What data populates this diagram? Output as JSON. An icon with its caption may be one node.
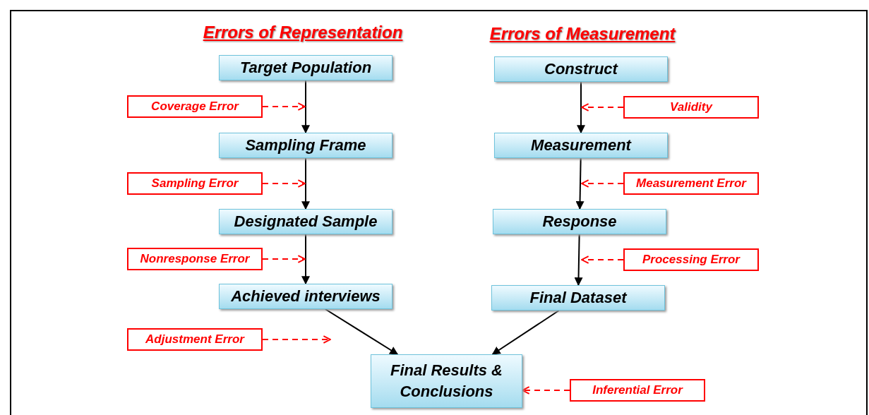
{
  "diagram": {
    "nodes": [
      {
        "text": [
          "Target Population"
        ]
      },
      {
        "text": [
          "Sampling Frame"
        ]
      },
      {
        "text": [
          "Designated Sample"
        ]
      },
      {
        "text": [
          "Achieved interviews"
        ]
      },
      {
        "text": [
          "Final Results & Conclusions"
        ]
      },
      {
        "text": [
          "Construct"
        ]
      },
      {
        "text": [
          "Measurement"
        ]
      },
      {
        "text": [
          "Response"
        ]
      },
      {
        "text": [
          "Final Dataset"
        ]
      },
      {
        "text": [
          "Coverage Error"
        ]
      },
      {
        "text": [
          "Sampling Error"
        ]
      },
      {
        "text": [
          "Nonresponse Error"
        ]
      },
      {
        "text": [
          "Adjustment Error"
        ]
      },
      {
        "text": [
          "Validity"
        ]
      },
      {
        "text": [
          "Measurement Error"
        ]
      },
      {
        "text": [
          "Processing Error"
        ]
      },
      {
        "text": [
          "Inferential Error"
        ]
      }
    ],
    "edges": [
      {
        "from": 0,
        "to": 1,
        "arrow": "to"
      },
      {
        "from": 1,
        "to": 2,
        "arrow": "to"
      },
      {
        "from": 2,
        "to": 3,
        "arrow": "to"
      },
      {
        "from": 3,
        "to": 4,
        "arrow": "to"
      },
      {
        "from": 5,
        "to": 6,
        "arrow": "to"
      },
      {
        "from": 6,
        "to": 7,
        "arrow": "to"
      },
      {
        "from": 7,
        "to": 8,
        "arrow": "to"
      },
      {
        "from": 8,
        "to": 4,
        "arrow": "to"
      },
      {
        "from": 9,
        "to": null,
        "arrow": "to",
        "style": "dashed",
        "color": "#ff0000"
      },
      {
        "from": 10,
        "to": null,
        "arrow": "to",
        "style": "dashed",
        "color": "#ff0000"
      },
      {
        "from": 11,
        "to": null,
        "arrow": "to",
        "style": "dashed",
        "color": "#ff0000"
      },
      {
        "from": 12,
        "to": null,
        "arrow": "to",
        "style": "dashed",
        "color": "#ff0000"
      },
      {
        "from": 13,
        "to": null,
        "arrow": "to",
        "style": "dashed",
        "color": "#ff0000"
      },
      {
        "from": 14,
        "to": null,
        "arrow": "to",
        "style": "dashed",
        "color": "#ff0000"
      },
      {
        "from": 15,
        "to": null,
        "arrow": "to",
        "style": "dashed",
        "color": "#ff0000"
      },
      {
        "from": 16,
        "to": 4,
        "arrow": "to",
        "style": "dashed",
        "color": "#ff0000"
      }
    ],
    "labels": [
      "Errors of Representation",
      "Errors of Measurement"
    ]
  }
}
